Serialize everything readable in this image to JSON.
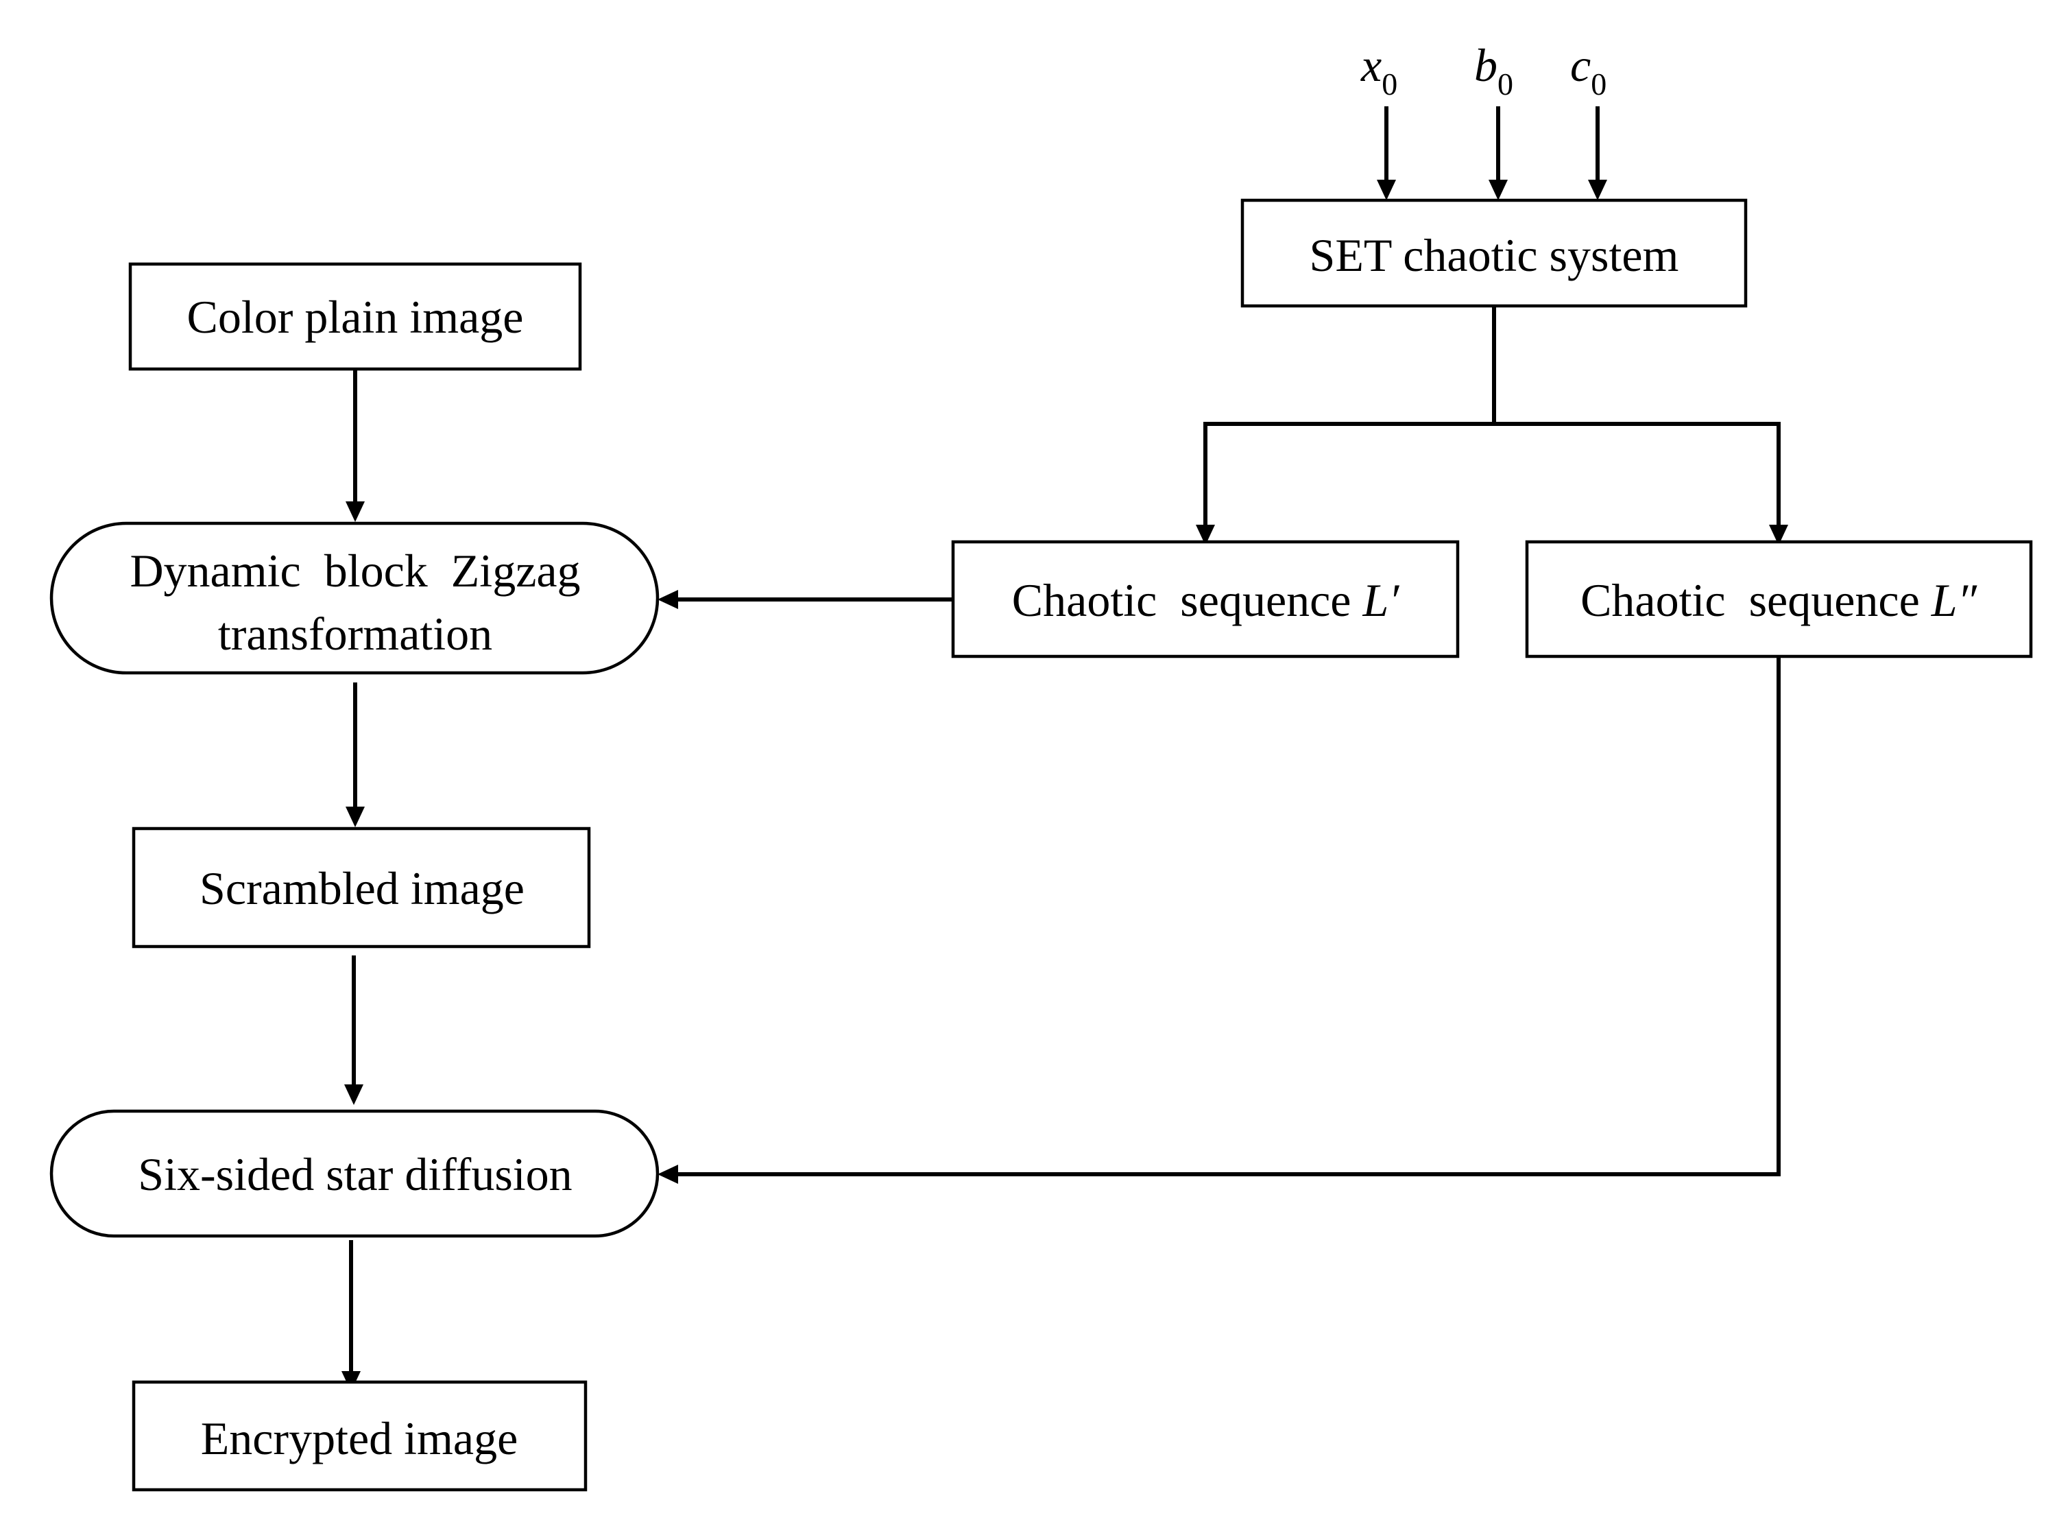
{
  "inputs": [
    {
      "base": "x",
      "sub": "0"
    },
    {
      "base": "b",
      "sub": "0"
    },
    {
      "base": "c",
      "sub": "0"
    }
  ],
  "nodes": {
    "set_system": "SET chaotic system",
    "plain_image": "Color plain image",
    "zigzag_line1": "Dynamic  block  Zigzag",
    "zigzag_line2": "transformation",
    "seq1_text": "Chaotic  sequence ",
    "seq1_var": "L′",
    "seq2_text": "Chaotic  sequence ",
    "seq2_var": "L″",
    "scrambled": "Scrambled image",
    "diffusion": "Six-sided star diffusion",
    "encrypted": "Encrypted image"
  }
}
